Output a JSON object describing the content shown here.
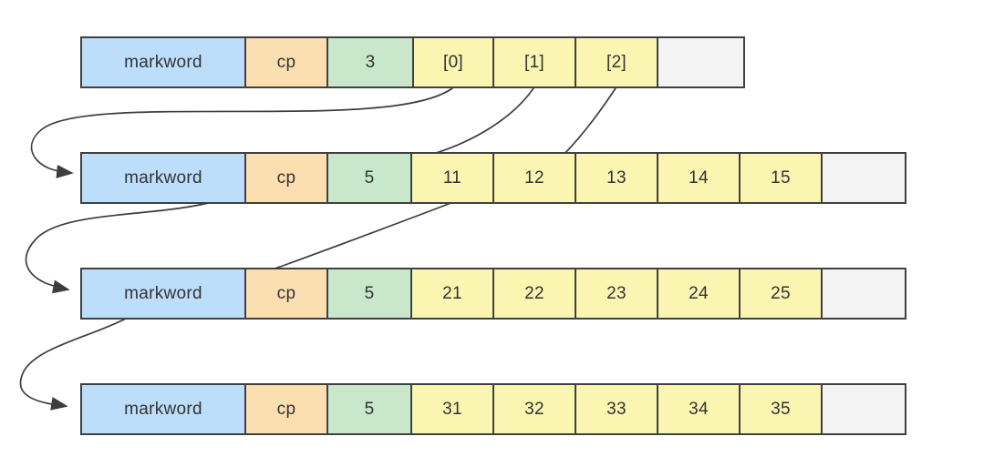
{
  "colors": {
    "markword": "#bcdefb",
    "cp": "#fbdfb1",
    "length": "#c9e7ca",
    "element": "#faf6b2",
    "padding": "#f3f3f3",
    "border": "#404040",
    "arrow": "#3d3d3d",
    "text": "#333333"
  },
  "rows": [
    {
      "id": "outer-array",
      "cells": [
        {
          "label": "markword",
          "type": "markword"
        },
        {
          "label": "cp",
          "type": "cp"
        },
        {
          "label": "3",
          "type": "length"
        },
        {
          "label": "[0]",
          "type": "element"
        },
        {
          "label": "[1]",
          "type": "element"
        },
        {
          "label": "[2]",
          "type": "element"
        },
        {
          "label": "",
          "type": "padding"
        }
      ]
    },
    {
      "id": "inner-array-1",
      "cells": [
        {
          "label": "markword",
          "type": "markword"
        },
        {
          "label": "cp",
          "type": "cp"
        },
        {
          "label": "5",
          "type": "length"
        },
        {
          "label": "11",
          "type": "element"
        },
        {
          "label": "12",
          "type": "element"
        },
        {
          "label": "13",
          "type": "element"
        },
        {
          "label": "14",
          "type": "element"
        },
        {
          "label": "15",
          "type": "element"
        },
        {
          "label": "",
          "type": "padding"
        }
      ]
    },
    {
      "id": "inner-array-2",
      "cells": [
        {
          "label": "markword",
          "type": "markword"
        },
        {
          "label": "cp",
          "type": "cp"
        },
        {
          "label": "5",
          "type": "length"
        },
        {
          "label": "21",
          "type": "element"
        },
        {
          "label": "22",
          "type": "element"
        },
        {
          "label": "23",
          "type": "element"
        },
        {
          "label": "24",
          "type": "element"
        },
        {
          "label": "25",
          "type": "element"
        },
        {
          "label": "",
          "type": "padding"
        }
      ]
    },
    {
      "id": "inner-array-3",
      "cells": [
        {
          "label": "markword",
          "type": "markword"
        },
        {
          "label": "cp",
          "type": "cp"
        },
        {
          "label": "5",
          "type": "length"
        },
        {
          "label": "31",
          "type": "element"
        },
        {
          "label": "32",
          "type": "element"
        },
        {
          "label": "33",
          "type": "element"
        },
        {
          "label": "34",
          "type": "element"
        },
        {
          "label": "35",
          "type": "element"
        },
        {
          "label": "",
          "type": "padding"
        }
      ]
    }
  ],
  "arrows": [
    {
      "from": "outer-array.[0]",
      "to": "inner-array-1"
    },
    {
      "from": "outer-array.[1]",
      "to": "inner-array-2"
    },
    {
      "from": "outer-array.[2]",
      "to": "inner-array-3"
    }
  ]
}
